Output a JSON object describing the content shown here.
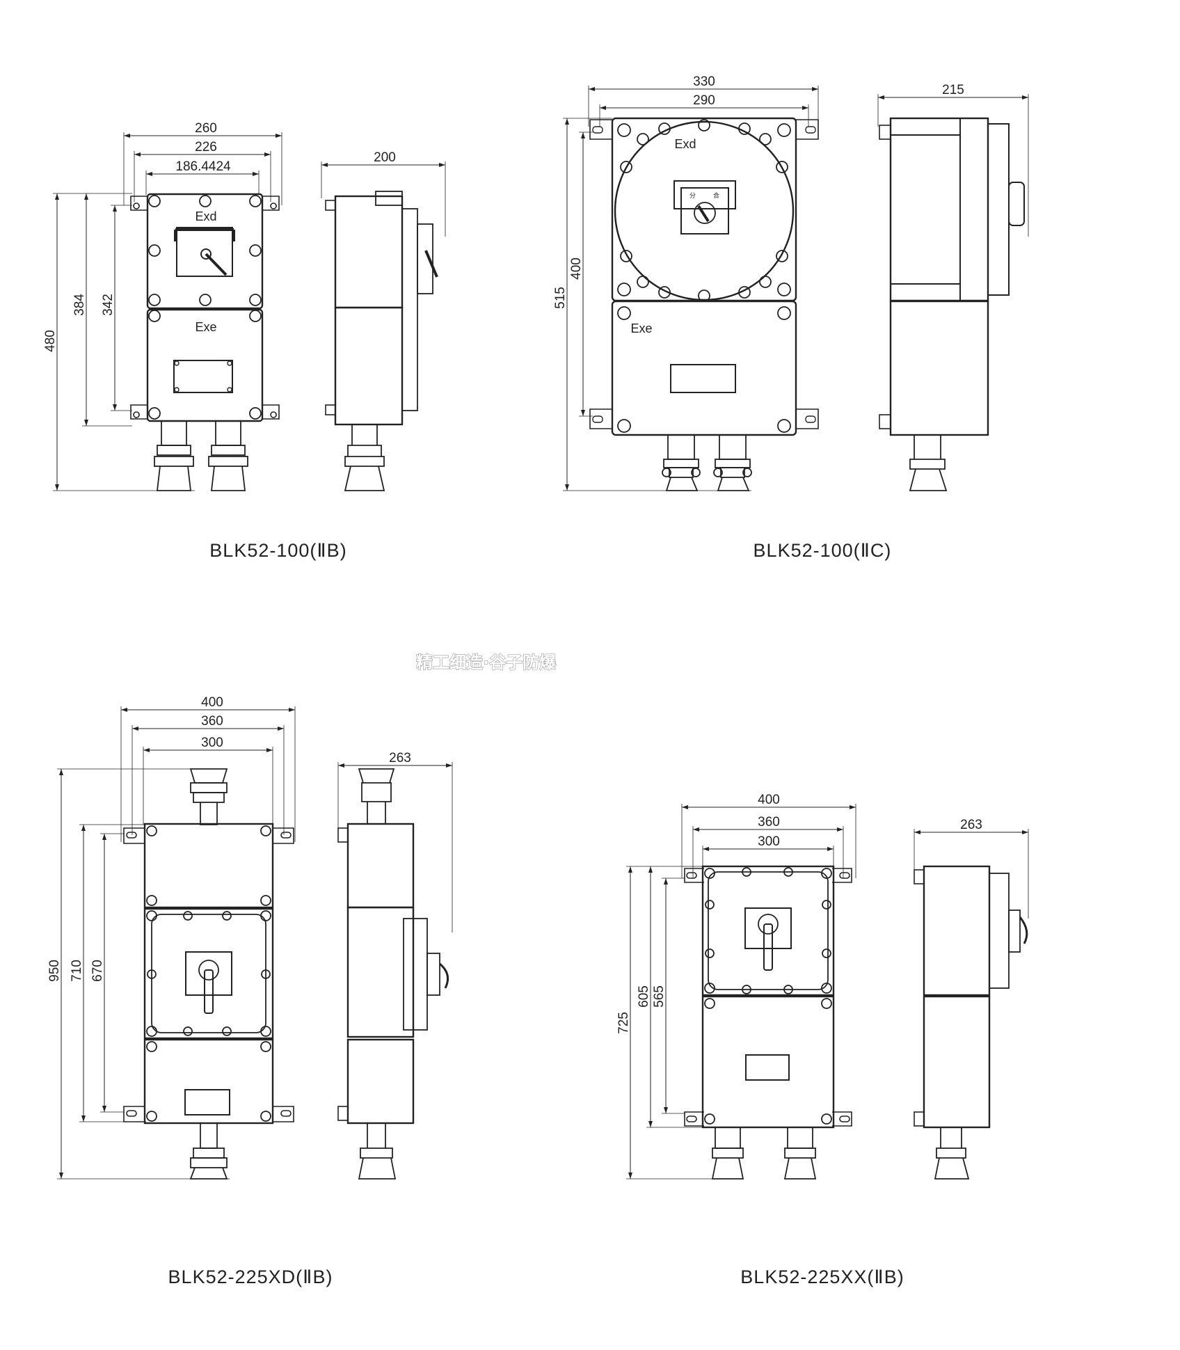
{
  "watermark": "精工细造·谷子防爆",
  "drawings": [
    {
      "caption": "BLK52-100(ⅡB)",
      "front_widths": [
        "260",
        "226",
        "186.4424"
      ],
      "front_heights": [
        "480",
        "384",
        "342"
      ],
      "side_depth": "200",
      "labels": [
        "Exd",
        "Exe"
      ]
    },
    {
      "caption": "BLK52-100(ⅡC)",
      "front_widths": [
        "330",
        "290"
      ],
      "front_heights": [
        "515",
        "400"
      ],
      "side_depth": "215",
      "labels": [
        "Exd",
        "Exe"
      ],
      "switch_marks": [
        "分",
        "合"
      ]
    },
    {
      "caption": "BLK52-225XD(ⅡB)",
      "front_widths": [
        "400",
        "360",
        "300"
      ],
      "front_heights": [
        "950",
        "710",
        "670"
      ],
      "side_depth": "263"
    },
    {
      "caption": "BLK52-225XX(ⅡB)",
      "front_widths": [
        "400",
        "360",
        "300"
      ],
      "front_heights": [
        "725",
        "605",
        "565"
      ],
      "side_depth": "263"
    }
  ]
}
